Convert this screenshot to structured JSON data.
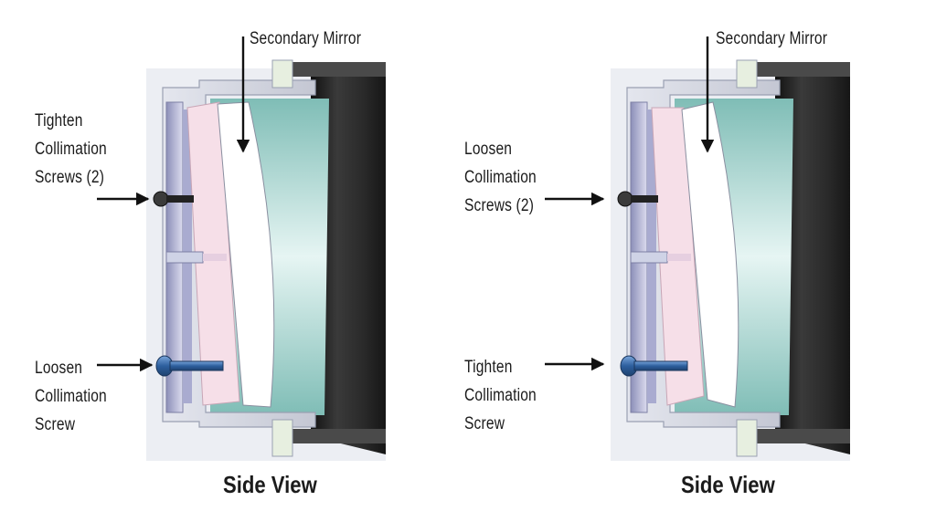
{
  "views": [
    {
      "secondary_mirror_label": "Secondary Mirror",
      "upper_label": [
        "Tighten",
        "Collimation",
        "Screws (2)"
      ],
      "lower_label": [
        "Loosen",
        "Collimation",
        "Screw"
      ],
      "caption": "Side View"
    },
    {
      "secondary_mirror_label": "Secondary Mirror",
      "upper_label": [
        "Loosen",
        "Collimation",
        "Screws (2)"
      ],
      "lower_label": [
        "Tighten",
        "Collimation",
        "Screw"
      ],
      "caption": "Side View"
    }
  ],
  "colors": {
    "housing": "#cfd2da",
    "mirror": "#ffffff",
    "mirror_backing": "#f6dfe8",
    "tube": "#2c2c2c",
    "teal_interior": "#b8e0dc",
    "blue_screw": "#3a6fb0",
    "arrow": "#111111"
  }
}
